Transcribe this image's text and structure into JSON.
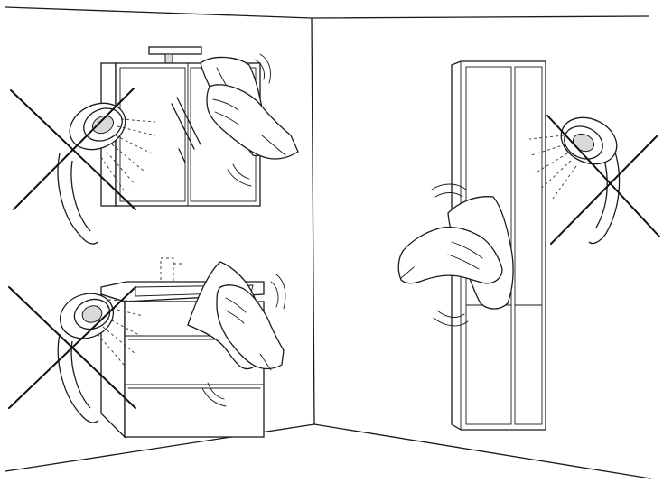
{
  "figure": {
    "panels": [
      {
        "id": "mirror-cabinet",
        "shower_crossed_out": true,
        "cloth_wiping": true
      },
      {
        "id": "vanity-unit",
        "shower_crossed_out": true,
        "cloth_wiping": true
      },
      {
        "id": "tall-cabinet",
        "shower_crossed_out": true,
        "cloth_wiping": true
      }
    ],
    "colors": {
      "line": "#1a1a1a",
      "background": "#ffffff",
      "metal": "#d9d9d9"
    },
    "icons": [
      "shower-head-icon",
      "cross-icon",
      "cloth-icon",
      "hand-icon",
      "faucet-icon",
      "lamp-icon"
    ]
  }
}
